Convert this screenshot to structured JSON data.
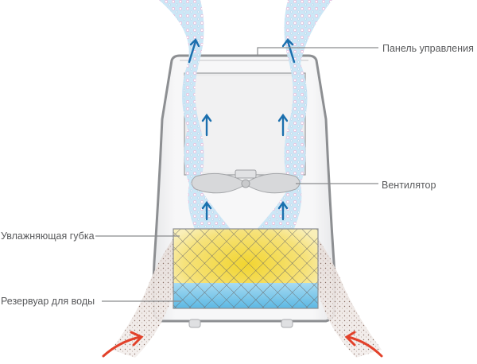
{
  "labels": {
    "control_panel": "Панель управления",
    "fan": "Вентилятор",
    "sponge": "Увлажняющая губка",
    "water_tank": "Резервуар для воды"
  },
  "colors": {
    "mist": "#c9e6f6",
    "mist_dot": "#e9b6d8",
    "arrow_blue": "#1b6fae",
    "arrow_red": "#e2412a",
    "dry_air": "#e8e2de",
    "sponge_yellow": "#f3d83a",
    "water_blue": "#7ec9e9",
    "body_outline": "#8d8f92",
    "leader_line": "#8a8c8e"
  },
  "icons": [
    "fan-icon",
    "sponge-mesh",
    "airflow-arrow-icon"
  ]
}
